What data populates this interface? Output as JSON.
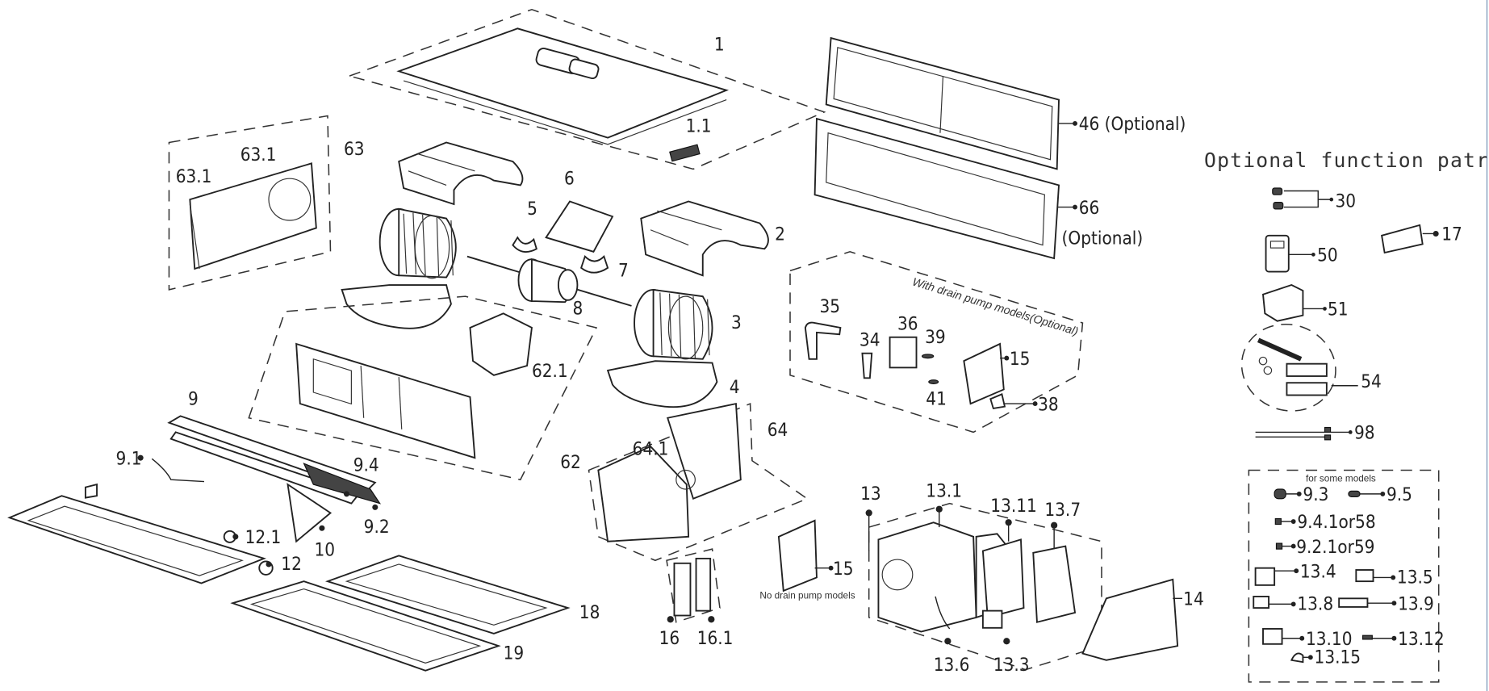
{
  "diagram": {
    "title": "Optional function patrs",
    "notes": {
      "drain_pump": "With drain pump models(Optional)",
      "no_drain_pump": "No drain pump models",
      "some_models": "for some models"
    },
    "labels": {
      "p1": "1",
      "p1_1": "1.1",
      "p46": "46 (Optional)",
      "p66": "66",
      "p66_opt": "(Optional)",
      "p63": "63",
      "p63_1a": "63.1",
      "p63_1b": "63.1",
      "p2": "2",
      "p3": "3",
      "p4": "4",
      "p5": "5",
      "p6": "6",
      "p7": "7",
      "p8": "8",
      "p62": "62",
      "p62_1": "62.1",
      "p9": "9",
      "p9_1": "9.1",
      "p9_4": "9.4",
      "p9_2": "9.2",
      "p10": "10",
      "p12": "12",
      "p12_1": "12.1",
      "p18": "18",
      "p19": "19",
      "p64": "64",
      "p64_1": "64.1",
      "p16": "16",
      "p16_1": "16.1",
      "p15b": "15",
      "p35": "35",
      "p34": "34",
      "p36": "36",
      "p39": "39",
      "p41": "41",
      "p15": "15",
      "p38": "38",
      "p13": "13",
      "p13_1": "13.1",
      "p13_11": "13.11",
      "p13_7": "13.7",
      "p13_6": "13.6",
      "p13_3": "13.3",
      "p14": "14",
      "p30": "30",
      "p17": "17",
      "p50": "50",
      "p51": "51",
      "p54": "54",
      "p98": "98",
      "p9_3": "9.3",
      "p9_5": "9.5",
      "p9_4_1": "9.4.1or58",
      "p9_2_1": "9.2.1or59",
      "p13_4": "13.4",
      "p13_5": "13.5",
      "p13_8": "13.8",
      "p13_9": "13.9",
      "p13_10": "13.10",
      "p13_12": "13.12",
      "p13_15": "13.15"
    }
  }
}
